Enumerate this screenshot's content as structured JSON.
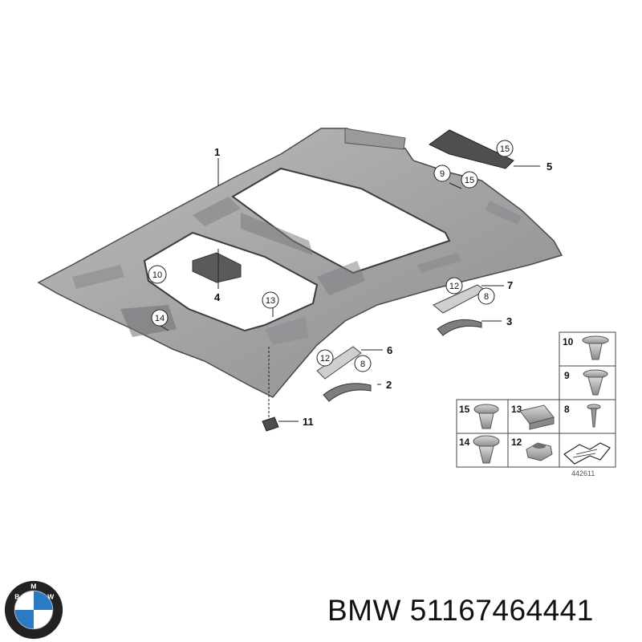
{
  "diagram": {
    "labels": {
      "l1": "1",
      "l2": "2",
      "l3": "3",
      "l4": "4",
      "l5": "5",
      "l6": "6",
      "l7": "7",
      "l11": "11"
    },
    "callouts": {
      "c10": "10",
      "c13": "13",
      "c14": "14",
      "c9": "9",
      "c15": "15",
      "c12a": "12",
      "c8a": "8",
      "c12b": "12",
      "c8b": "8"
    },
    "parts_table": {
      "cells": [
        "10",
        "9",
        "15",
        "13",
        "8",
        "14",
        "12"
      ],
      "drawing_number": "442611"
    }
  },
  "footer": {
    "brand": "BMW",
    "part_number": "51167464441",
    "logo_letters": [
      "B",
      "M",
      "W"
    ]
  },
  "colors": {
    "headliner": "#a9a9ab",
    "headliner_dark": "#6f6f72",
    "line": "#222222",
    "logo_blue": "#2a7bc4",
    "logo_ring": "#222222"
  }
}
